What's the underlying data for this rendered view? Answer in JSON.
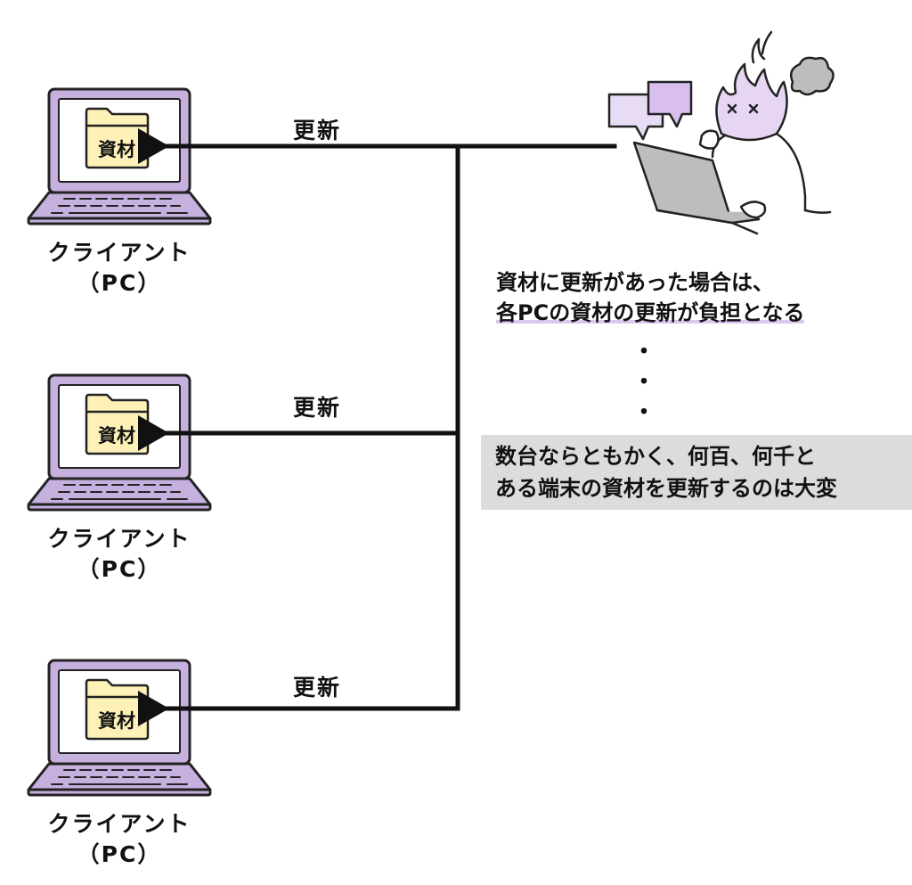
{
  "clients": [
    {
      "name": "クライアント",
      "sub": "（PC）",
      "folder": "資材",
      "update_label": "更新"
    },
    {
      "name": "クライアント",
      "sub": "（PC）",
      "folder": "資材",
      "update_label": "更新"
    },
    {
      "name": "クライアント",
      "sub": "（PC）",
      "folder": "資材",
      "update_label": "更新"
    }
  ],
  "note": {
    "line1": "資材に更新があった場合は、",
    "line2": "各PCの資材の更新が負担となる"
  },
  "dots": [
    "・",
    "・",
    "・"
  ],
  "conclusion": {
    "line1": "数台ならともかく、何百、何千と",
    "line2": "ある端末の資材を更新するのは大変"
  },
  "colors": {
    "laptop_frame": "#c5b0de",
    "laptop_outline": "#222222",
    "folder_fill": "#fdf1b8",
    "highlight": "#ddc6ef",
    "conclusion_bg": "#dcdcdc",
    "admin_screen": "#bdbdbd"
  }
}
